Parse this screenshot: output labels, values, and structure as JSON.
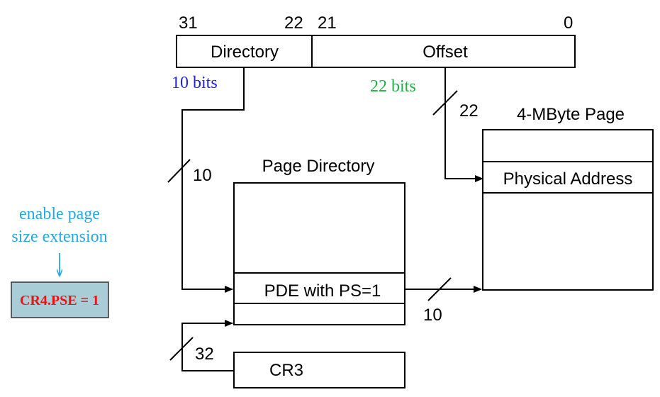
{
  "linear_address": {
    "bit_31": "31",
    "bit_22": "22",
    "bit_21": "21",
    "bit_0": "0",
    "directory_label": "Directory",
    "offset_label": "Offset",
    "directory_bits": "10  bits",
    "offset_bits": "22 bits"
  },
  "bus_widths": {
    "directory_bus": "10",
    "offset_bus": "22",
    "pde_bus": "10",
    "cr3_bus": "32"
  },
  "page_directory": {
    "title": "Page Directory",
    "entry_label": "PDE with PS=1"
  },
  "page": {
    "title": "4-MByte Page",
    "entry_label": "Physical Address"
  },
  "cr3": {
    "label": "CR3"
  },
  "note": {
    "line1": "enable page",
    "line2": "size extension",
    "register_label": "CR4.PSE = 1"
  },
  "colors": {
    "directory_bits_text": "#2222dd",
    "offset_bits_text": "#22aa44",
    "note_text": "#29a8e0",
    "register_text": "#ee1111",
    "register_fill": "#a9cdd6"
  }
}
